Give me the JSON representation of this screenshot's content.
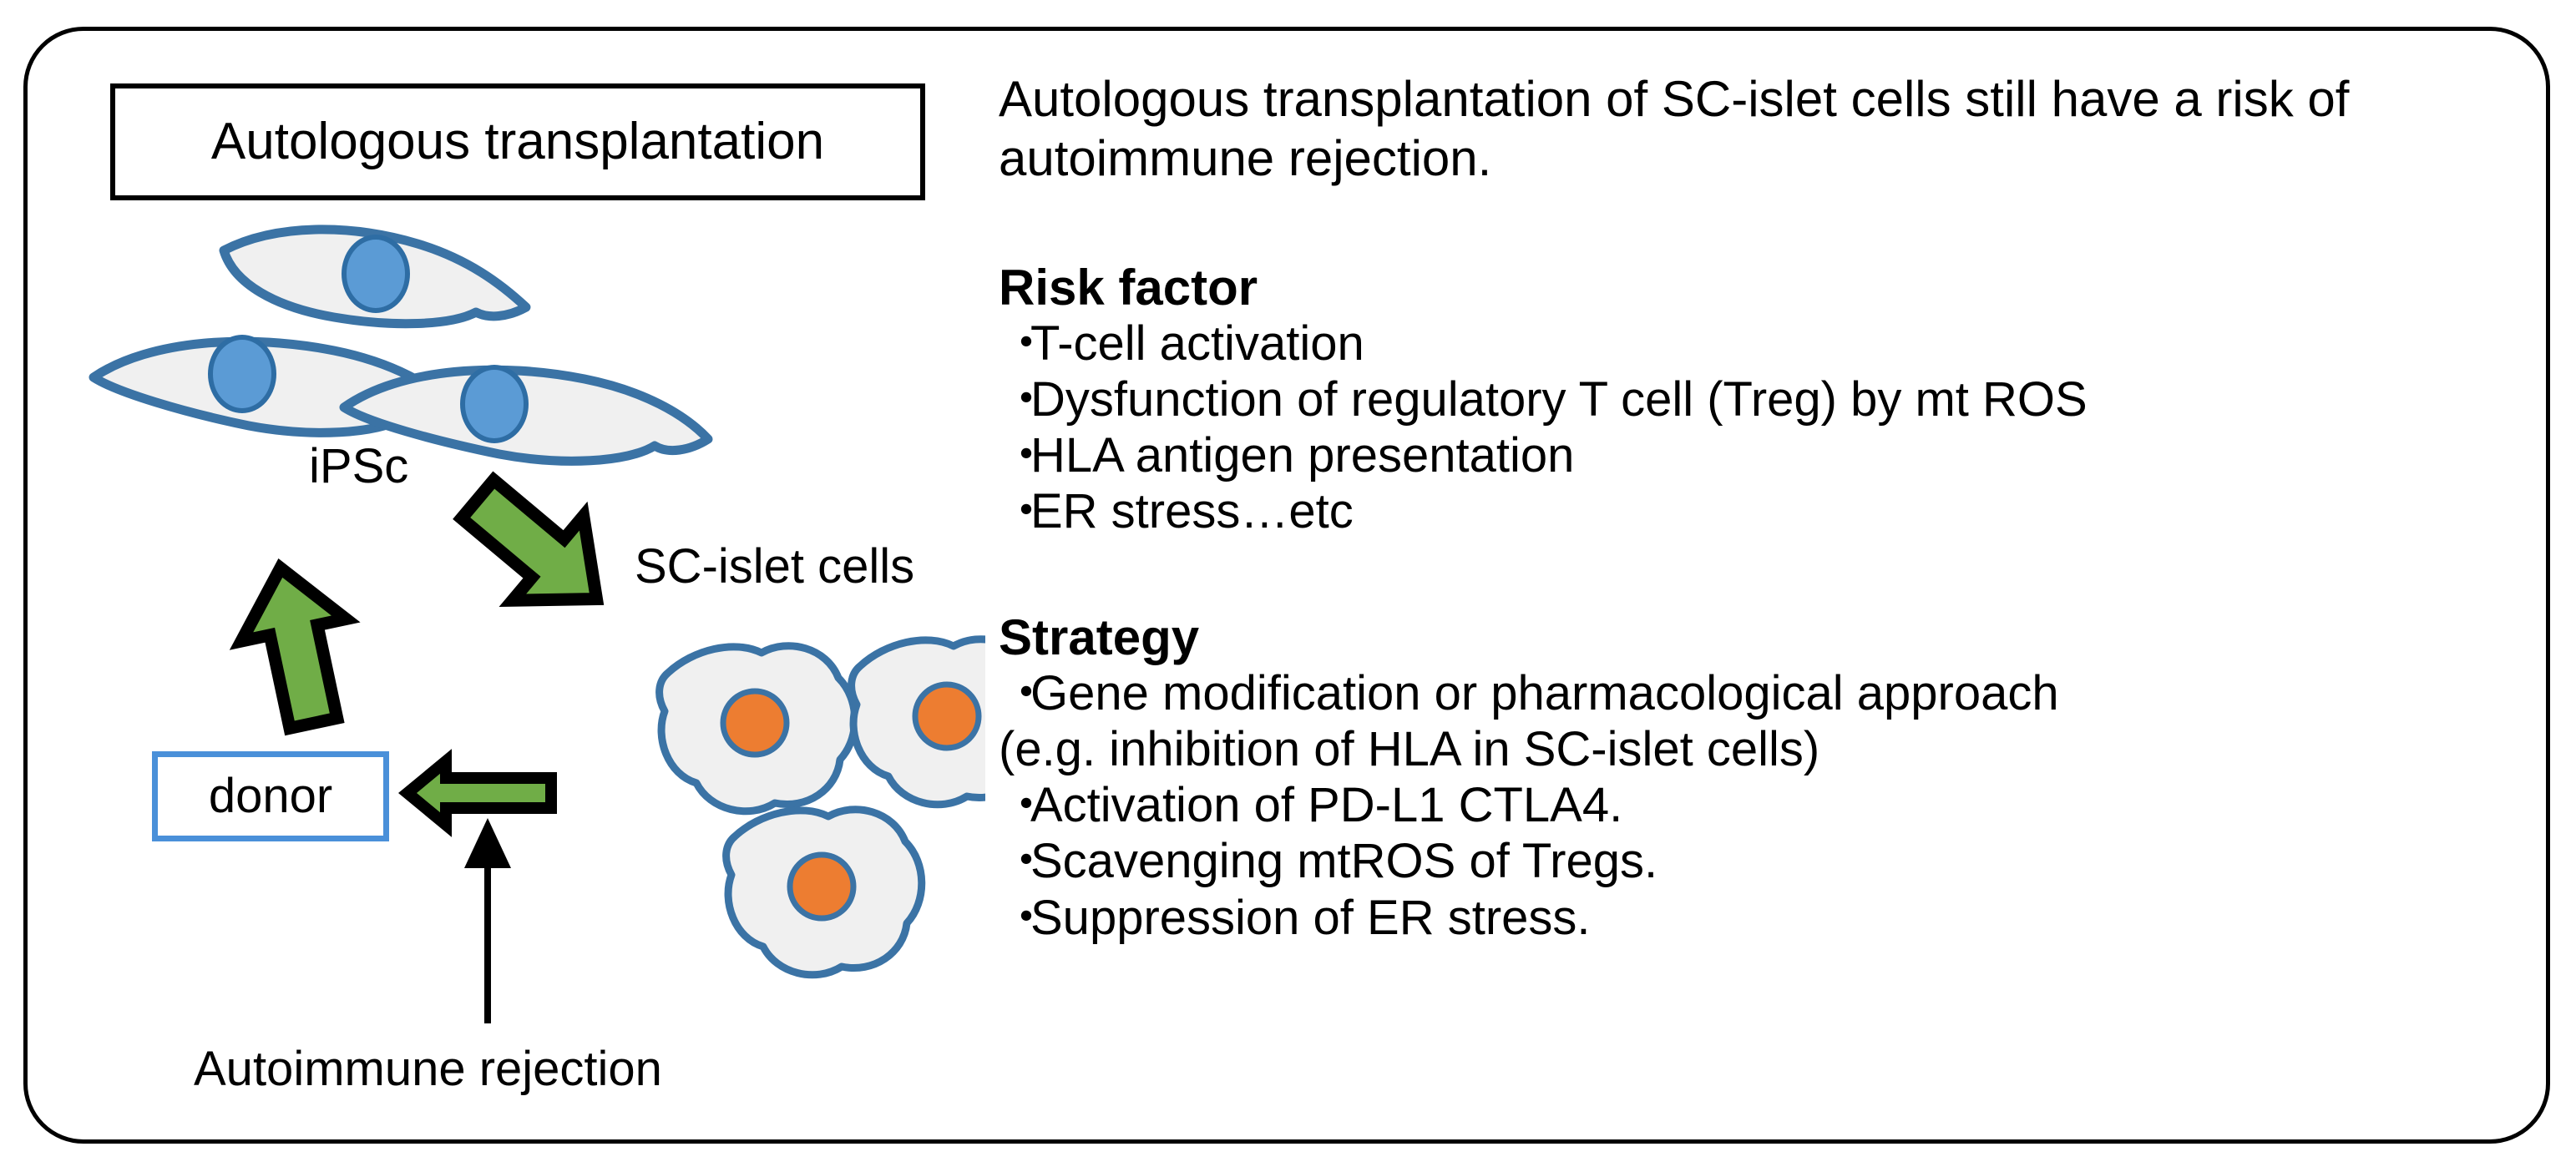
{
  "frame": {
    "border_color": "#000000"
  },
  "colors": {
    "cell_fill": "#F0F0F0",
    "cell_stroke": "#3B73A5",
    "nucleus_blue": "#5B9BD5",
    "nucleus_blue_stroke": "#2E6DA4",
    "nucleus_orange": "#ED7D31",
    "arrow_green": "#70AD47",
    "arrow_outline": "#000000",
    "donor_border": "#4A90D9",
    "text": "#000000"
  },
  "left_panel": {
    "title_box_label": "Autologous transplantation",
    "ipsc_label": "iPSc",
    "sc_islet_label": "SC-islet cells",
    "donor_label": "donor",
    "autoimmune_label": "Autoimmune rejection",
    "icons": {
      "ipsc_cell": "spindle-cell-icon",
      "sc_islet_cell": "islet-cell-icon",
      "differentiation_arrow": "green-block-arrow-down-right-icon",
      "reprogramming_arrow": "green-block-arrow-up-icon",
      "transplant_arrow": "green-block-arrow-left-icon",
      "rejection_arrow": "thin-arrow-up-icon"
    }
  },
  "right_panel": {
    "intro": "Autologous transplantation of SC-islet cells still have a risk of autoimmune rejection.",
    "risk": {
      "heading": "Risk factor",
      "bullet_char": "・",
      "items": [
        "T-cell activation",
        "Dysfunction of regulatory T cell (Treg) by mt ROS",
        "HLA antigen presentation",
        "ER stress…etc"
      ]
    },
    "strategy": {
      "heading": "Strategy",
      "bullet_char": "・",
      "items": [
        "Gene modification or pharmacological approach"
      ],
      "note": "(e.g. inhibition of HLA in SC-islet cells)",
      "items_after_note": [
        "Activation of PD-L1 CTLA4.",
        "Scavenging mtROS of Tregs.",
        "Suppression of ER stress."
      ]
    }
  }
}
